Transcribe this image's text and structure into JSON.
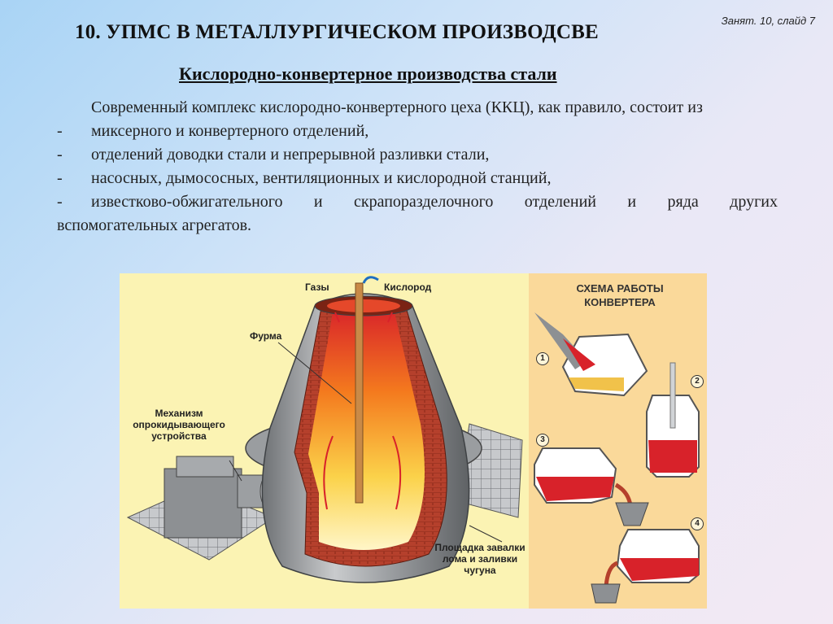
{
  "slide_note": "Занят. 10, слайд 7",
  "title": "10. УПМС В МЕТАЛЛУРГИЧЕСКОМ ПРОИЗВОДСВЕ",
  "subtitle": "Кислородно-конвертерное производства стали",
  "intro": "Современный комплекс кислородно-конвертерного цеха (ККЦ), как правило, состоит из",
  "items": [
    {
      "dash": "-",
      "text": "миксерного и конвертерного отделений,"
    },
    {
      "dash": "-",
      "text": "отделений доводки стали и непрерывной разливки стали,"
    },
    {
      "dash": "-",
      "text": "насосных, дымососных, вентиляционных и кислородной станций,"
    },
    {
      "dash": "-",
      "text": "известково-обжигательного и скрапоразделочного отделений и ряда других"
    }
  ],
  "closing": "вспомогательных агрегатов.",
  "figure": {
    "labels": {
      "gases": "Газы",
      "oxygen": "Кислород",
      "lance": "Фурма",
      "mechanism": "Механизм опрокидывающего устройства",
      "platform": "Площадка завалки лома и заливки чугуна"
    },
    "scheme_title": "СХЕМА РАБОТЫ КОНВЕРТЕРА",
    "steps": [
      "1",
      "2",
      "3",
      "4"
    ]
  },
  "colors": {
    "steel_gray": "#8f9295",
    "brick": "#b5402c",
    "flame": "#f47a1e",
    "molten": "#d8222a",
    "panel_left": "#fbf3b3",
    "panel_right": "#fad99a"
  }
}
